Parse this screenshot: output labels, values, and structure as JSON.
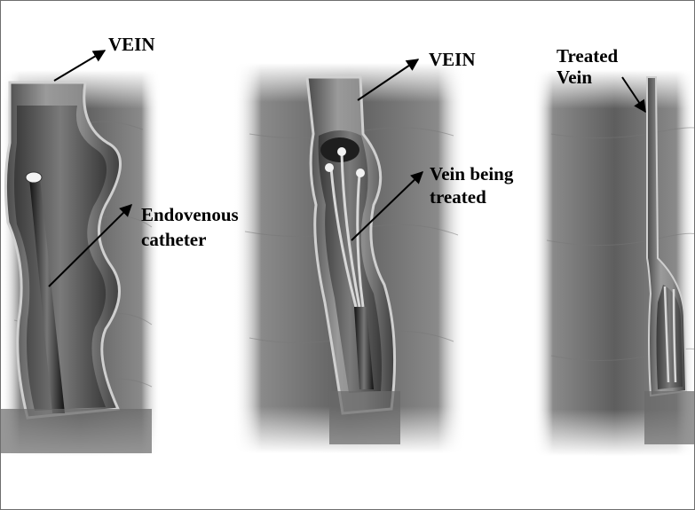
{
  "labels": {
    "vein_left": "VEIN",
    "vein_middle": "VEIN",
    "treated_vein_line1": "Treated",
    "treated_vein_line2": "Vein",
    "endovenous_line1": "Endovenous",
    "endovenous_line2": "catheter",
    "vein_being_treated_line1": "Vein being",
    "vein_being_treated_line2": "treated"
  }
}
